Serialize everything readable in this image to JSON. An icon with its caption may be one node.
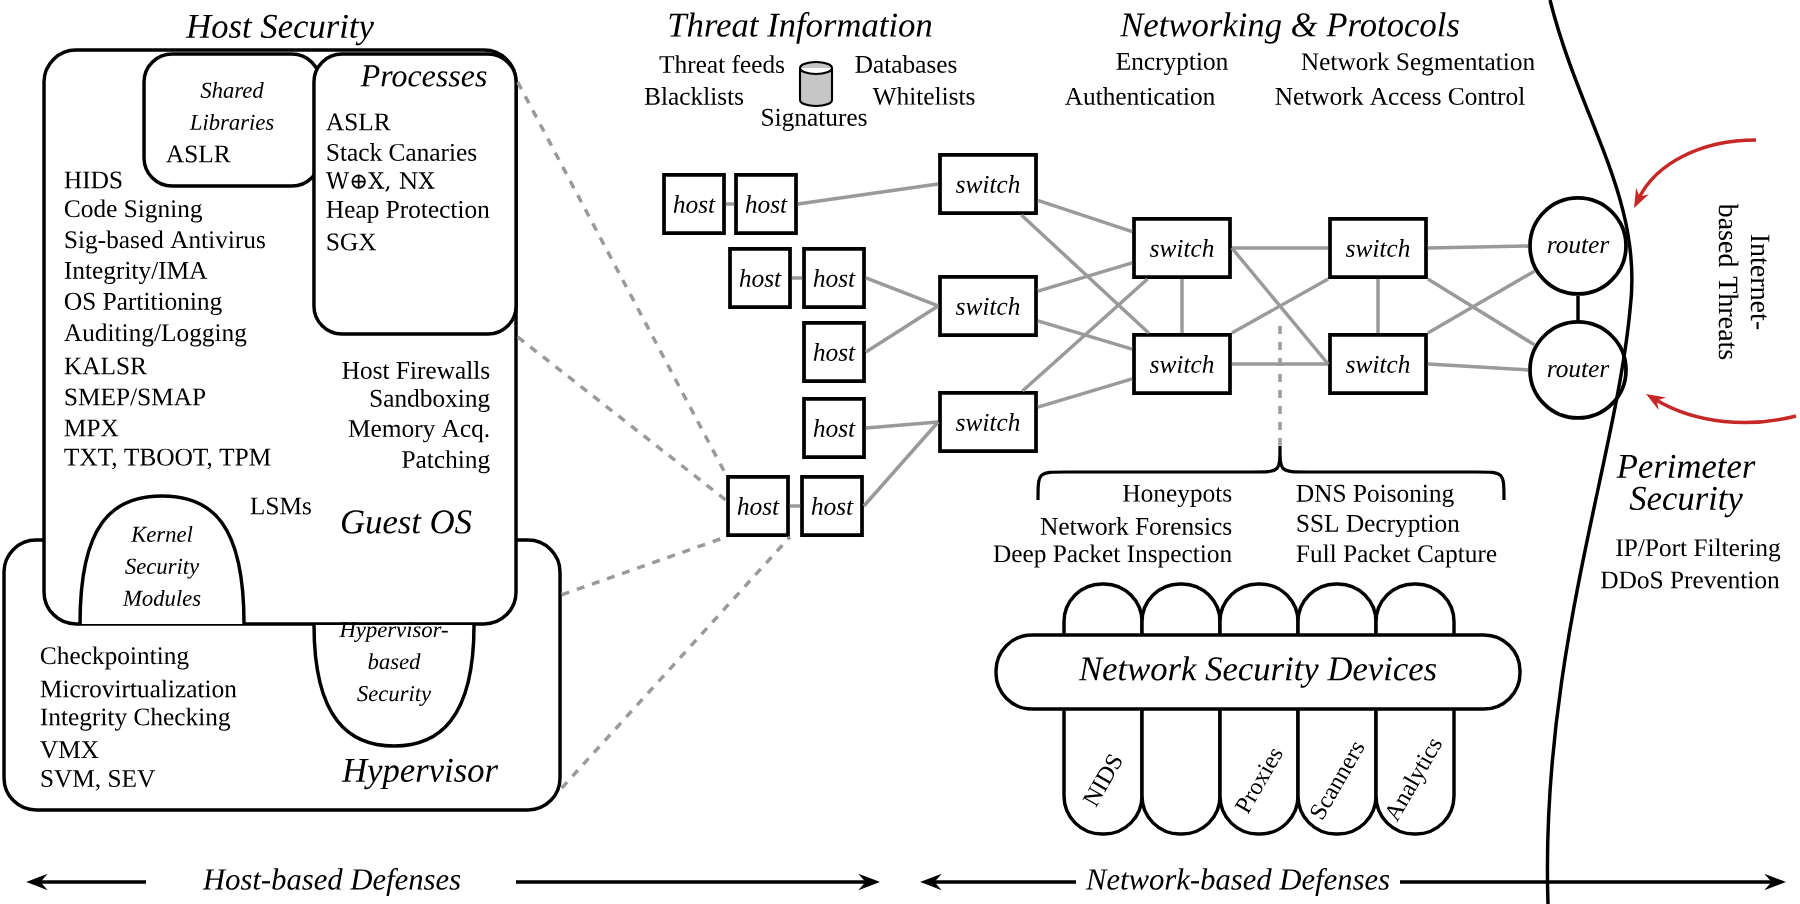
{
  "diagram": {
    "nodes": [
      {
        "text": [
          "HIDS",
          "Code Signing",
          "Sig-based Antivirus",
          "Integrity/IMA",
          "OS Partitioning",
          "Auditing/Logging",
          "KALSR",
          "SMEP/SMAP",
          "MPX",
          "TXT, TBOOT, TPM",
          "Host Firewalls",
          "Sandboxing",
          "Memory Acq.",
          "Patching",
          "Guest OS"
        ]
      },
      {
        "text": [
          "Shared Libraries",
          "ASLR"
        ],
        "in": 0
      },
      {
        "text": [
          "Processes",
          "ASLR",
          "Stack Canaries",
          "W⊕X, NX",
          "Heap Protection",
          "SGX"
        ],
        "in": 0
      },
      {
        "text": [
          "Kernel Security Modules"
        ],
        "in": 0,
        "beside": [
          "LSMs"
        ]
      },
      {
        "text": [
          "Checkpointing",
          "Microvirtualization",
          "Integrity Checking",
          "VMX",
          "SVM, SEV",
          "Hypervisor"
        ]
      },
      {
        "text": [
          "Hypervisor-based Security"
        ],
        "in": 4
      },
      {
        "text": [
          "host"
        ]
      },
      {
        "text": [
          "host"
        ]
      },
      {
        "text": [
          "host"
        ]
      },
      {
        "text": [
          "host"
        ]
      },
      {
        "text": [
          "host"
        ]
      },
      {
        "text": [
          "host"
        ]
      },
      {
        "text": [
          "host"
        ]
      },
      {
        "text": [
          "host"
        ]
      },
      {
        "text": [
          "switch"
        ]
      },
      {
        "text": [
          "switch"
        ]
      },
      {
        "text": [
          "switch"
        ]
      },
      {
        "text": [
          "switch"
        ]
      },
      {
        "text": [
          "switch"
        ]
      },
      {
        "text": [
          "switch"
        ]
      },
      {
        "text": [
          "switch"
        ]
      },
      {
        "text": [
          "router"
        ]
      },
      {
        "text": [
          "router"
        ]
      },
      {
        "text": [
          "Network Security Devices"
        ]
      },
      {
        "text": [
          "NIDS"
        ]
      },
      {
        "text": [],
        "shape": "box"
      },
      {
        "text": [
          "Proxies"
        ]
      },
      {
        "text": [
          "Scanners"
        ]
      },
      {
        "text": [
          "Analytics"
        ]
      },
      {
        "text": [
          "Honeypots",
          "Network Forensics",
          "Deep Packet Inspection",
          "DNS Poisoning",
          "SSL Decryption",
          "Full Packet Capture"
        ]
      }
    ],
    "edges": [
      {
        "from": 6,
        "to": 7,
        "arrow": "none"
      },
      {
        "from": 7,
        "to": 14,
        "arrow": "none"
      },
      {
        "from": 8,
        "to": 9,
        "arrow": "none"
      },
      {
        "from": 9,
        "to": 15,
        "arrow": "none"
      },
      {
        "from": 10,
        "to": 15,
        "arrow": "none"
      },
      {
        "from": 11,
        "to": 16,
        "arrow": "none"
      },
      {
        "from": 12,
        "to": 13,
        "arrow": "none"
      },
      {
        "from": 13,
        "to": 16,
        "arrow": "none"
      },
      {
        "from": 14,
        "to": 17,
        "arrow": "none"
      },
      {
        "from": 14,
        "to": 18,
        "arrow": "none"
      },
      {
        "from": 15,
        "to": 17,
        "arrow": "none"
      },
      {
        "from": 15,
        "to": 18,
        "arrow": "none"
      },
      {
        "from": 16,
        "to": 17,
        "arrow": "none"
      },
      {
        "from": 16,
        "to": 18,
        "arrow": "none"
      },
      {
        "from": 17,
        "to": 18,
        "arrow": "none"
      },
      {
        "from": 17,
        "to": 19,
        "arrow": "none"
      },
      {
        "from": 17,
        "to": 20,
        "arrow": "none"
      },
      {
        "from": 18,
        "to": 19,
        "arrow": "none"
      },
      {
        "from": 18,
        "to": 20,
        "arrow": "none"
      },
      {
        "from": 19,
        "to": 20,
        "arrow": "none"
      },
      {
        "from": 19,
        "to": 21,
        "arrow": "none"
      },
      {
        "from": 19,
        "to": 22,
        "arrow": "none"
      },
      {
        "from": 20,
        "to": 21,
        "arrow": "none"
      },
      {
        "from": 20,
        "to": 22,
        "arrow": "none"
      },
      {
        "from": 21,
        "to": 22,
        "arrow": "none",
        "color": "#000000"
      },
      {
        "from": 0,
        "to": 12,
        "arrow": "none",
        "style": "dashed"
      },
      {
        "from": 0,
        "to": 12,
        "arrow": "none",
        "style": "dashed"
      },
      {
        "from": 4,
        "to": 12,
        "arrow": "none",
        "style": "dashed"
      },
      {
        "from": 4,
        "to": 12,
        "arrow": "none",
        "style": "dashed"
      },
      {
        "from": null,
        "to": 29,
        "arrow": "none",
        "style": "dashed"
      }
    ],
    "labels": [
      "Host Security",
      "Threat Information",
      "Networking & Protocols",
      "Threat feeds",
      "Databases",
      "Encryption",
      "Network Segmentation",
      "Blacklists",
      "Whitelists",
      "Authentication",
      "Network Access Control",
      "Signatures",
      "Internet-based Threats",
      "Perimeter Security",
      "IP/Port Filtering",
      "DDoS Prevention",
      "Host-based Defenses",
      "Network-based Defenses"
    ]
  }
}
